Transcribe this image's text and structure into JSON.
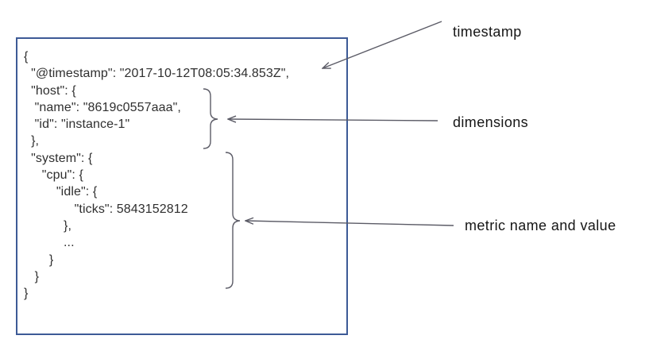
{
  "code_box": {
    "lines": [
      "{",
      "  \"@timestamp\": \"2017-10-12T08:05:34.853Z\",",
      "  \"host\": {",
      "   \"name\": \"8619c0557aaa\",",
      "   \"id\": \"instance-1\"",
      "  },",
      "  \"system\": {",
      "     \"cpu\": {",
      "         \"idle\": {",
      "              \"ticks\": 5843152812",
      "           },",
      "           ...",
      "       }",
      "   }",
      "}"
    ]
  },
  "labels": {
    "timestamp": "timestamp",
    "dimensions": "dimensions",
    "metric": "metric name and value"
  },
  "colors": {
    "box_border": "#3d5a96",
    "code_text": "#2f2f2f",
    "connector": "#5b5b66",
    "label_text": "#161616",
    "background": "#ffffff"
  }
}
